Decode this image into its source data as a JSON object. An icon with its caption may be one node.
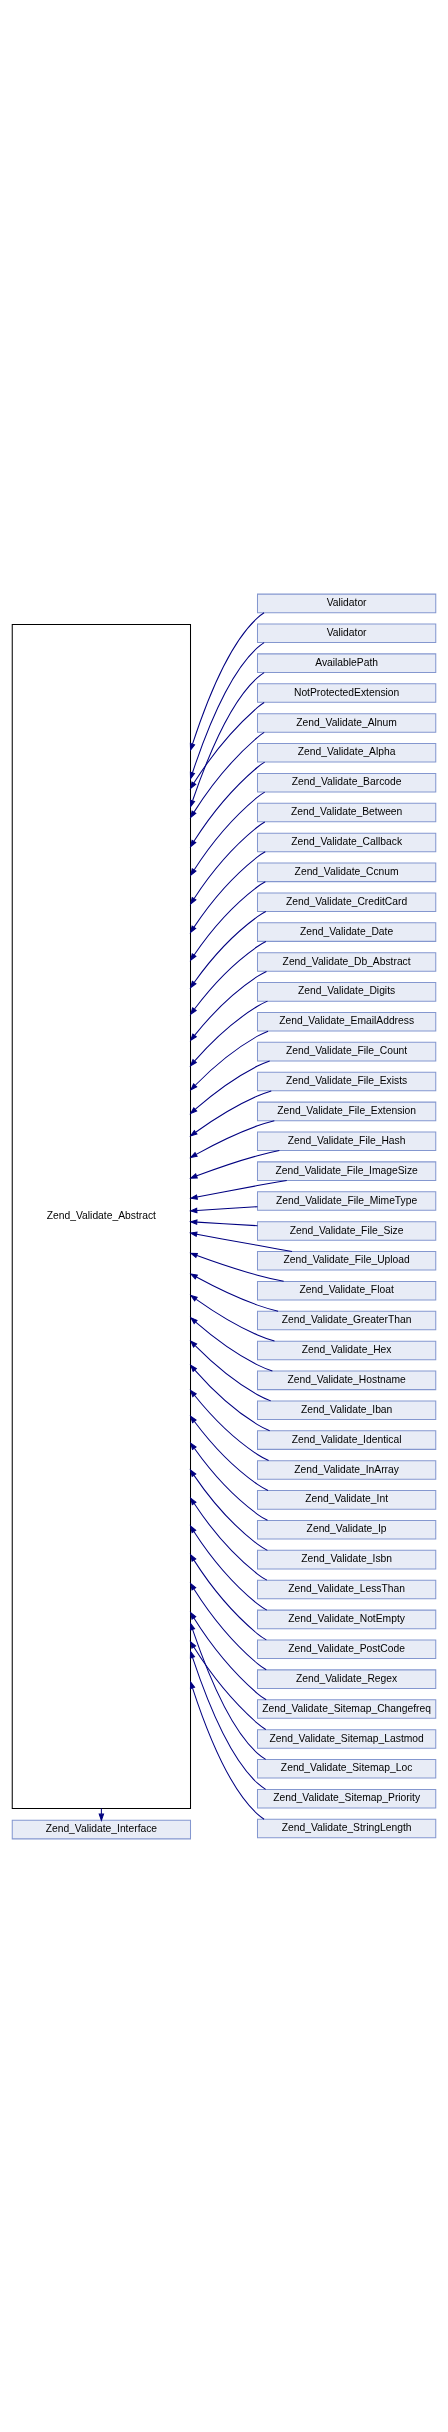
{
  "diagram": {
    "nodes": [
      {
        "text": [
          "Zend_Validate_Interface"
        ]
      },
      {
        "text": [
          "Zend_Validate_Abstract"
        ]
      },
      {
        "text": [
          "Validator"
        ]
      },
      {
        "text": [
          "Validator"
        ]
      },
      {
        "text": [
          "AvailablePath"
        ]
      },
      {
        "text": [
          "NotProtectedExtension"
        ]
      },
      {
        "text": [
          "Zend_Validate_Alnum"
        ]
      },
      {
        "text": [
          "Zend_Validate_Alpha"
        ]
      },
      {
        "text": [
          "Zend_Validate_Barcode"
        ]
      },
      {
        "text": [
          "Zend_Validate_Between"
        ]
      },
      {
        "text": [
          "Zend_Validate_Callback"
        ]
      },
      {
        "text": [
          "Zend_Validate_Ccnum"
        ]
      },
      {
        "text": [
          "Zend_Validate_CreditCard"
        ]
      },
      {
        "text": [
          "Zend_Validate_Date"
        ]
      },
      {
        "text": [
          "Zend_Validate_Db_Abstract"
        ]
      },
      {
        "text": [
          "Zend_Validate_Digits"
        ]
      },
      {
        "text": [
          "Zend_Validate_EmailAddress"
        ]
      },
      {
        "text": [
          "Zend_Validate_File_Count"
        ]
      },
      {
        "text": [
          "Zend_Validate_File_Exists"
        ]
      },
      {
        "text": [
          "Zend_Validate_File_Extension"
        ]
      },
      {
        "text": [
          "Zend_Validate_File_Hash"
        ]
      },
      {
        "text": [
          "Zend_Validate_File_ImageSize"
        ]
      },
      {
        "text": [
          "Zend_Validate_File_MimeType"
        ]
      },
      {
        "text": [
          "Zend_Validate_File_Size"
        ]
      },
      {
        "text": [
          "Zend_Validate_File_Upload"
        ]
      },
      {
        "text": [
          "Zend_Validate_Float"
        ]
      },
      {
        "text": [
          "Zend_Validate_GreaterThan"
        ]
      },
      {
        "text": [
          "Zend_Validate_Hex"
        ]
      },
      {
        "text": [
          "Zend_Validate_Hostname"
        ]
      },
      {
        "text": [
          "Zend_Validate_Iban"
        ]
      },
      {
        "text": [
          "Zend_Validate_Identical"
        ]
      },
      {
        "text": [
          "Zend_Validate_InArray"
        ]
      },
      {
        "text": [
          "Zend_Validate_Int"
        ]
      },
      {
        "text": [
          "Zend_Validate_Ip"
        ]
      },
      {
        "text": [
          "Zend_Validate_Isbn"
        ]
      },
      {
        "text": [
          "Zend_Validate_LessThan"
        ]
      },
      {
        "text": [
          "Zend_Validate_NotEmpty"
        ]
      },
      {
        "text": [
          "Zend_Validate_PostCode"
        ]
      },
      {
        "text": [
          "Zend_Validate_Regex"
        ]
      },
      {
        "text": [
          "Zend_Validate_Sitemap_Changefreq"
        ]
      },
      {
        "text": [
          "Zend_Validate_Sitemap_Lastmod"
        ]
      },
      {
        "text": [
          "Zend_Validate_Sitemap_Loc"
        ]
      },
      {
        "text": [
          "Zend_Validate_Sitemap_Priority"
        ]
      },
      {
        "text": [
          "Zend_Validate_StringLength"
        ]
      }
    ],
    "edges": [
      {
        "from": 1,
        "to": 0,
        "arrow": "to"
      },
      {
        "from": 2,
        "to": 1,
        "arrow": "to"
      },
      {
        "from": 3,
        "to": 1,
        "arrow": "to"
      },
      {
        "from": 4,
        "to": 1,
        "arrow": "to"
      },
      {
        "from": 5,
        "to": 1,
        "arrow": "to"
      },
      {
        "from": 6,
        "to": 1,
        "arrow": "to"
      },
      {
        "from": 7,
        "to": 1,
        "arrow": "to"
      },
      {
        "from": 8,
        "to": 1,
        "arrow": "to"
      },
      {
        "from": 9,
        "to": 1,
        "arrow": "to"
      },
      {
        "from": 10,
        "to": 1,
        "arrow": "to"
      },
      {
        "from": 11,
        "to": 1,
        "arrow": "to"
      },
      {
        "from": 12,
        "to": 1,
        "arrow": "to"
      },
      {
        "from": 13,
        "to": 1,
        "arrow": "to"
      },
      {
        "from": 14,
        "to": 1,
        "arrow": "to"
      },
      {
        "from": 15,
        "to": 1,
        "arrow": "to"
      },
      {
        "from": 16,
        "to": 1,
        "arrow": "to"
      },
      {
        "from": 17,
        "to": 1,
        "arrow": "to"
      },
      {
        "from": 18,
        "to": 1,
        "arrow": "to"
      },
      {
        "from": 19,
        "to": 1,
        "arrow": "to"
      },
      {
        "from": 20,
        "to": 1,
        "arrow": "to"
      },
      {
        "from": 21,
        "to": 1,
        "arrow": "to"
      },
      {
        "from": 22,
        "to": 1,
        "arrow": "to"
      },
      {
        "from": 23,
        "to": 1,
        "arrow": "to"
      },
      {
        "from": 24,
        "to": 1,
        "arrow": "to"
      },
      {
        "from": 25,
        "to": 1,
        "arrow": "to"
      },
      {
        "from": 26,
        "to": 1,
        "arrow": "to"
      },
      {
        "from": 27,
        "to": 1,
        "arrow": "to"
      },
      {
        "from": 28,
        "to": 1,
        "arrow": "to"
      },
      {
        "from": 29,
        "to": 1,
        "arrow": "to"
      },
      {
        "from": 30,
        "to": 1,
        "arrow": "to"
      },
      {
        "from": 31,
        "to": 1,
        "arrow": "to"
      },
      {
        "from": 32,
        "to": 1,
        "arrow": "to"
      },
      {
        "from": 33,
        "to": 1,
        "arrow": "to"
      },
      {
        "from": 34,
        "to": 1,
        "arrow": "to"
      },
      {
        "from": 35,
        "to": 1,
        "arrow": "to"
      },
      {
        "from": 36,
        "to": 1,
        "arrow": "to"
      },
      {
        "from": 37,
        "to": 1,
        "arrow": "to"
      },
      {
        "from": 38,
        "to": 1,
        "arrow": "to"
      },
      {
        "from": 39,
        "to": 1,
        "arrow": "to"
      },
      {
        "from": 40,
        "to": 1,
        "arrow": "to"
      },
      {
        "from": 41,
        "to": 1,
        "arrow": "to"
      },
      {
        "from": 42,
        "to": 1,
        "arrow": "to"
      },
      {
        "from": 43,
        "to": 1,
        "arrow": "to"
      }
    ]
  }
}
